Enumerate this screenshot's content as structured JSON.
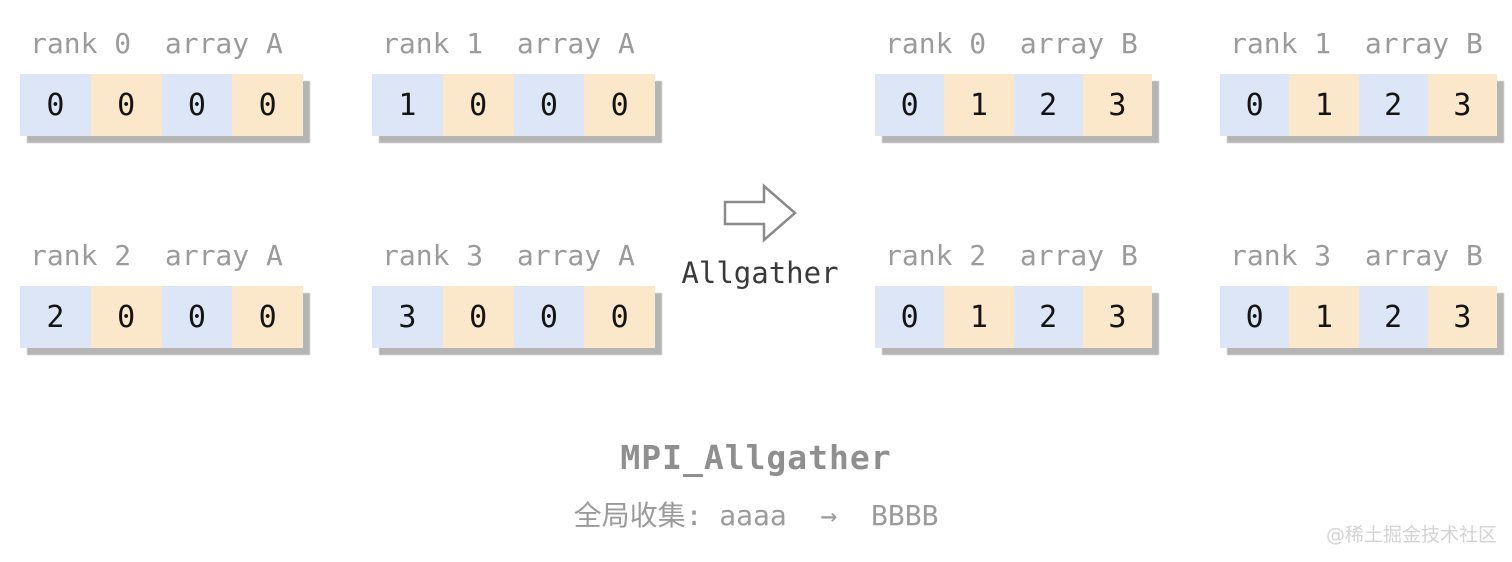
{
  "diagram": {
    "arrow_label": "Allgather",
    "title": "MPI_Allgather",
    "subtitle": "全局收集: aaaa  →  BBBB",
    "watermark": "@稀土掘金技术社区",
    "colors": {
      "cell_blue": "#dce6f6",
      "cell_orange": "#fbe7ca",
      "label_gray": "#9b9b9b",
      "number_black": "#141414",
      "title_gray": "#8f8f8f",
      "arrow_outline_gray": "#8a8a8a",
      "shadow_gray": "#b5b5b5",
      "watermark_gray": "#d3d3d3"
    },
    "input_arrays": [
      {
        "label": "rank 0  array A",
        "values": [
          "0",
          "0",
          "0",
          "0"
        ]
      },
      {
        "label": "rank 1  array A",
        "values": [
          "1",
          "0",
          "0",
          "0"
        ]
      },
      {
        "label": "rank 2  array A",
        "values": [
          "2",
          "0",
          "0",
          "0"
        ]
      },
      {
        "label": "rank 3  array A",
        "values": [
          "3",
          "0",
          "0",
          "0"
        ]
      }
    ],
    "output_arrays": [
      {
        "label": "rank 0  array B",
        "values": [
          "0",
          "1",
          "2",
          "3"
        ]
      },
      {
        "label": "rank 1  array B",
        "values": [
          "0",
          "1",
          "2",
          "3"
        ]
      },
      {
        "label": "rank 2  array B",
        "values": [
          "0",
          "1",
          "2",
          "3"
        ]
      },
      {
        "label": "rank 3  array B",
        "values": [
          "0",
          "1",
          "2",
          "3"
        ]
      }
    ]
  }
}
